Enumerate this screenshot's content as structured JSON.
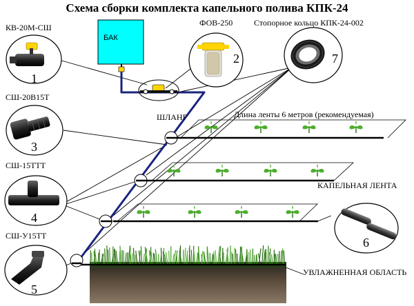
{
  "title": "Схема сборки комплекта капельного полива КПК-24",
  "tank": {
    "label": "БАК",
    "color": "#00ffff"
  },
  "hose": {
    "label": "ШЛАНГ",
    "color": "#1a237e"
  },
  "tape_length_note": "Длина ленты 6 метров (рекомендуемая)",
  "drip_tape": {
    "label": "КАПЕЛЬНАЯ ЛЕНТА",
    "number": "6"
  },
  "moist_area": {
    "label": "УВЛАЖНЕННАЯ ОБЛАСТЬ"
  },
  "stop_ring": {
    "label": "Стопорное кольцо КПК-24-002",
    "number": "7"
  },
  "filter": {
    "label": "ФОВ-250",
    "number": "2"
  },
  "components": [
    {
      "label": "КВ-20М-СШ",
      "number": "1"
    },
    {
      "label": "СШ-20В15Т",
      "number": "3"
    },
    {
      "label": "СШ-15ТТТ",
      "number": "4"
    },
    {
      "label": "СШ-У15ТТ",
      "number": "5"
    }
  ],
  "colors": {
    "valve_yellow": "#ffd400",
    "grass": "#3a8a1f",
    "soil": "#5a4a3a"
  }
}
